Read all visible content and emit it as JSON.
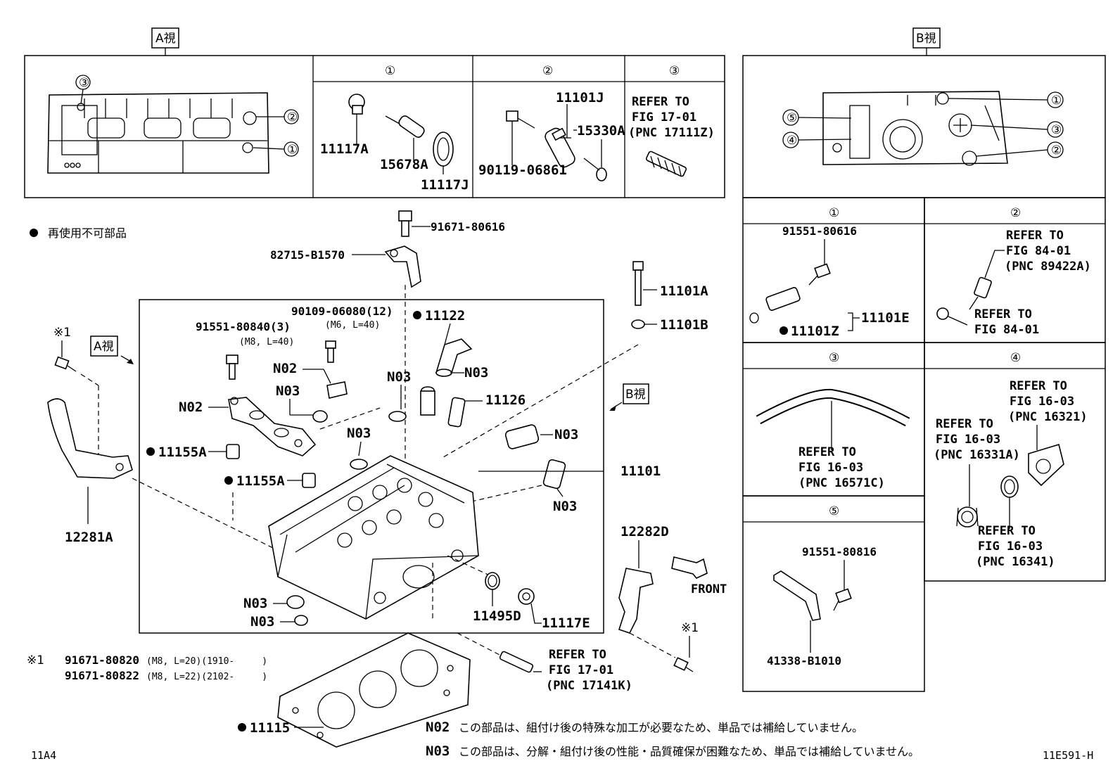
{
  "views": {
    "a_view": "A視",
    "b_view": "B視"
  },
  "circled": {
    "c1": "①",
    "c2": "②",
    "c3": "③",
    "c4": "④",
    "c5": "⑤"
  },
  "legend": {
    "non_reusable": "再使用不可部品"
  },
  "a_panel": {
    "p1_a": "11117A",
    "p1_b": "15678A",
    "p1_c": "11117J",
    "p2_a": "11101J",
    "p2_b": "15330A",
    "p2_c": "90119-06861",
    "p3_ref1": "REFER TO",
    "p3_ref2": "FIG 17-01",
    "p3_ref3": "(PNC 17111Z)"
  },
  "b_panel": {
    "p1_bolt": "91551-80616",
    "p1_sensor": "11101Z",
    "p1_group": "11101E",
    "p2_ref1a": "REFER TO",
    "p2_ref1b": "FIG 84-01",
    "p2_ref1c": "(PNC 89422A)",
    "p2_ref2a": "REFER TO",
    "p2_ref2b": "FIG 84-01",
    "p3_refa": "REFER TO",
    "p3_refb": "FIG 16-03",
    "p3_refc": "(PNC 16571C)",
    "p4_ref1a": "REFER TO",
    "p4_ref1b": "FIG 16-03",
    "p4_ref1c": "(PNC 16321)",
    "p4_ref2a": "REFER TO",
    "p4_ref2b": "FIG 16-03",
    "p4_ref2c": "(PNC 16331A)",
    "p4_ref3a": "REFER TO",
    "p4_ref3b": "FIG 16-03",
    "p4_ref3c": "(PNC 16341)",
    "p5_bolt": "91551-80816",
    "p5_bracket": "41338-B1010"
  },
  "main": {
    "bolt_top": "91671-80616",
    "bracket_top": "82715-B1570",
    "bolt_a": "11101A",
    "washer_b": "11101B",
    "stud_bolts": "90109-06080(12)",
    "stud_spec": "(M6, L=40)",
    "bolt_91551": "91551-80840(3)",
    "bolt_91551_spec": "(M8, L=40)",
    "pnc_11122": "11122",
    "pnc_11126": "11126",
    "n02": "N02",
    "n03": "N03",
    "pnc_11155a": "11155A",
    "pnc_11101": "11101",
    "pnc_12281a": "12281A",
    "pnc_12282d": "12282D",
    "front": "FRONT",
    "pnc_11495d": "11495D",
    "pnc_11117e": "11117E",
    "pnc_11115": "11115",
    "ref17a": "REFER TO",
    "ref17b": "FIG 17-01",
    "ref17c": "(PNC 17141K)",
    "kome1": "※1"
  },
  "footnote": {
    "mark": "※1",
    "line1_pn": "91671-80820",
    "line1_spec": "(M8, L=20)(1910-　　　)",
    "line2_pn": "91671-80822",
    "line2_spec": "(M8, L=22)(2102-　　　)"
  },
  "notes": {
    "n02_code": "N02",
    "n02_text": "この部品は、組付け後の特殊な加工が必要なため、単品では補給していません。",
    "n03_code": "N03",
    "n03_text": "この部品は、分解・組付け後の性能・品質確保が困難なため、単品では補給していません。"
  },
  "corner": {
    "left": "11A4",
    "right": "11E591-H"
  }
}
